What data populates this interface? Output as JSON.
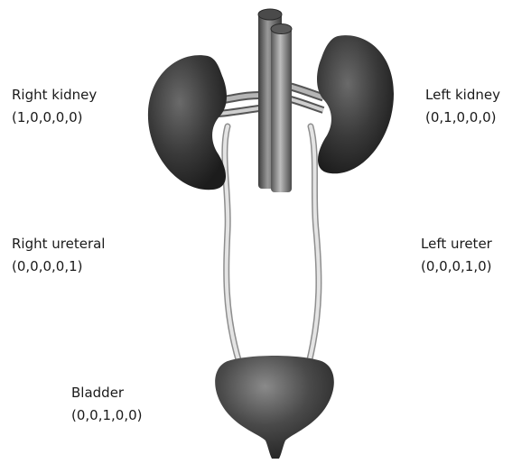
{
  "labels": {
    "right_kidney": {
      "name": "Right kidney",
      "code": "(1,0,0,0,0)"
    },
    "left_kidney": {
      "name": "Left kidney",
      "code": "(0,1,0,0,0)"
    },
    "right_ureter": {
      "name": "Right ureteral",
      "code": "(0,0,0,0,1)"
    },
    "left_ureter": {
      "name": "Left ureter",
      "code": "(0,0,0,1,0)"
    },
    "bladder": {
      "name": "Bladder",
      "code": "(0,0,1,0,0)"
    }
  }
}
